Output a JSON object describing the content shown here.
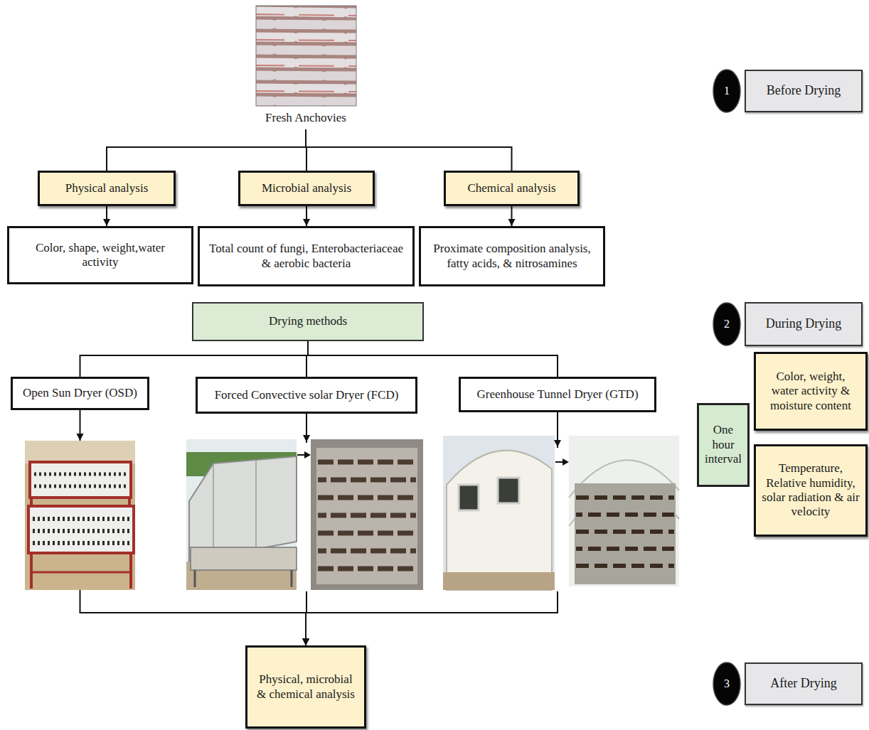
{
  "diagram": {
    "nodes": [
      {
        "text": [
          "Fresh Anchovies"
        ]
      },
      {
        "text": [
          "Physical analysis"
        ]
      },
      {
        "text": [
          "Microbial analysis"
        ]
      },
      {
        "text": [
          "Chemical analysis"
        ]
      },
      {
        "text": [
          "Color, shape, weight,water activity"
        ]
      },
      {
        "text": [
          "Total count of fungi, Enterobacteriaceae & aerobic bacteria"
        ]
      },
      {
        "text": [
          "Proximate composition analysis, fatty acids, & nitrosamines"
        ]
      },
      {
        "text": [
          "Drying methods"
        ]
      },
      {
        "text": [
          "Open Sun Dryer (OSD)"
        ]
      },
      {
        "text": [
          "Forced Convective solar Dryer (FCD)"
        ]
      },
      {
        "text": [
          "Greenhouse Tunnel Dryer (GTD)"
        ]
      },
      {
        "text": [
          "Physical, microbial & chemical analysis"
        ]
      },
      {
        "text": [
          "1"
        ]
      },
      {
        "text": [
          "Before Drying"
        ]
      },
      {
        "text": [
          "2"
        ]
      },
      {
        "text": [
          "During Drying"
        ]
      },
      {
        "text": [
          "One hour interval"
        ]
      },
      {
        "text": [
          "Color, weight, water activity & moisture content"
        ]
      },
      {
        "text": [
          "Temperature, Relative humidity, solar radiation & air velocity"
        ]
      },
      {
        "text": [
          "3"
        ]
      },
      {
        "text": [
          "After Drying"
        ]
      }
    ],
    "edges": [
      {
        "from": 0,
        "to": 1,
        "arrow": "none"
      },
      {
        "from": 0,
        "to": 2,
        "arrow": "none"
      },
      {
        "from": 0,
        "to": 3,
        "arrow": "none"
      },
      {
        "from": 1,
        "to": 4,
        "arrow": "to"
      },
      {
        "from": 2,
        "to": 5,
        "arrow": "to"
      },
      {
        "from": 3,
        "to": 6,
        "arrow": "to"
      },
      {
        "from": 7,
        "to": 8,
        "arrow": "none"
      },
      {
        "from": 7,
        "to": 9,
        "arrow": "none"
      },
      {
        "from": 7,
        "to": 10,
        "arrow": "none"
      },
      {
        "from": 8,
        "to": 11,
        "arrow": "to"
      },
      {
        "from": 9,
        "to": 11,
        "arrow": "to"
      },
      {
        "from": 10,
        "to": 11,
        "arrow": "to"
      }
    ]
  }
}
